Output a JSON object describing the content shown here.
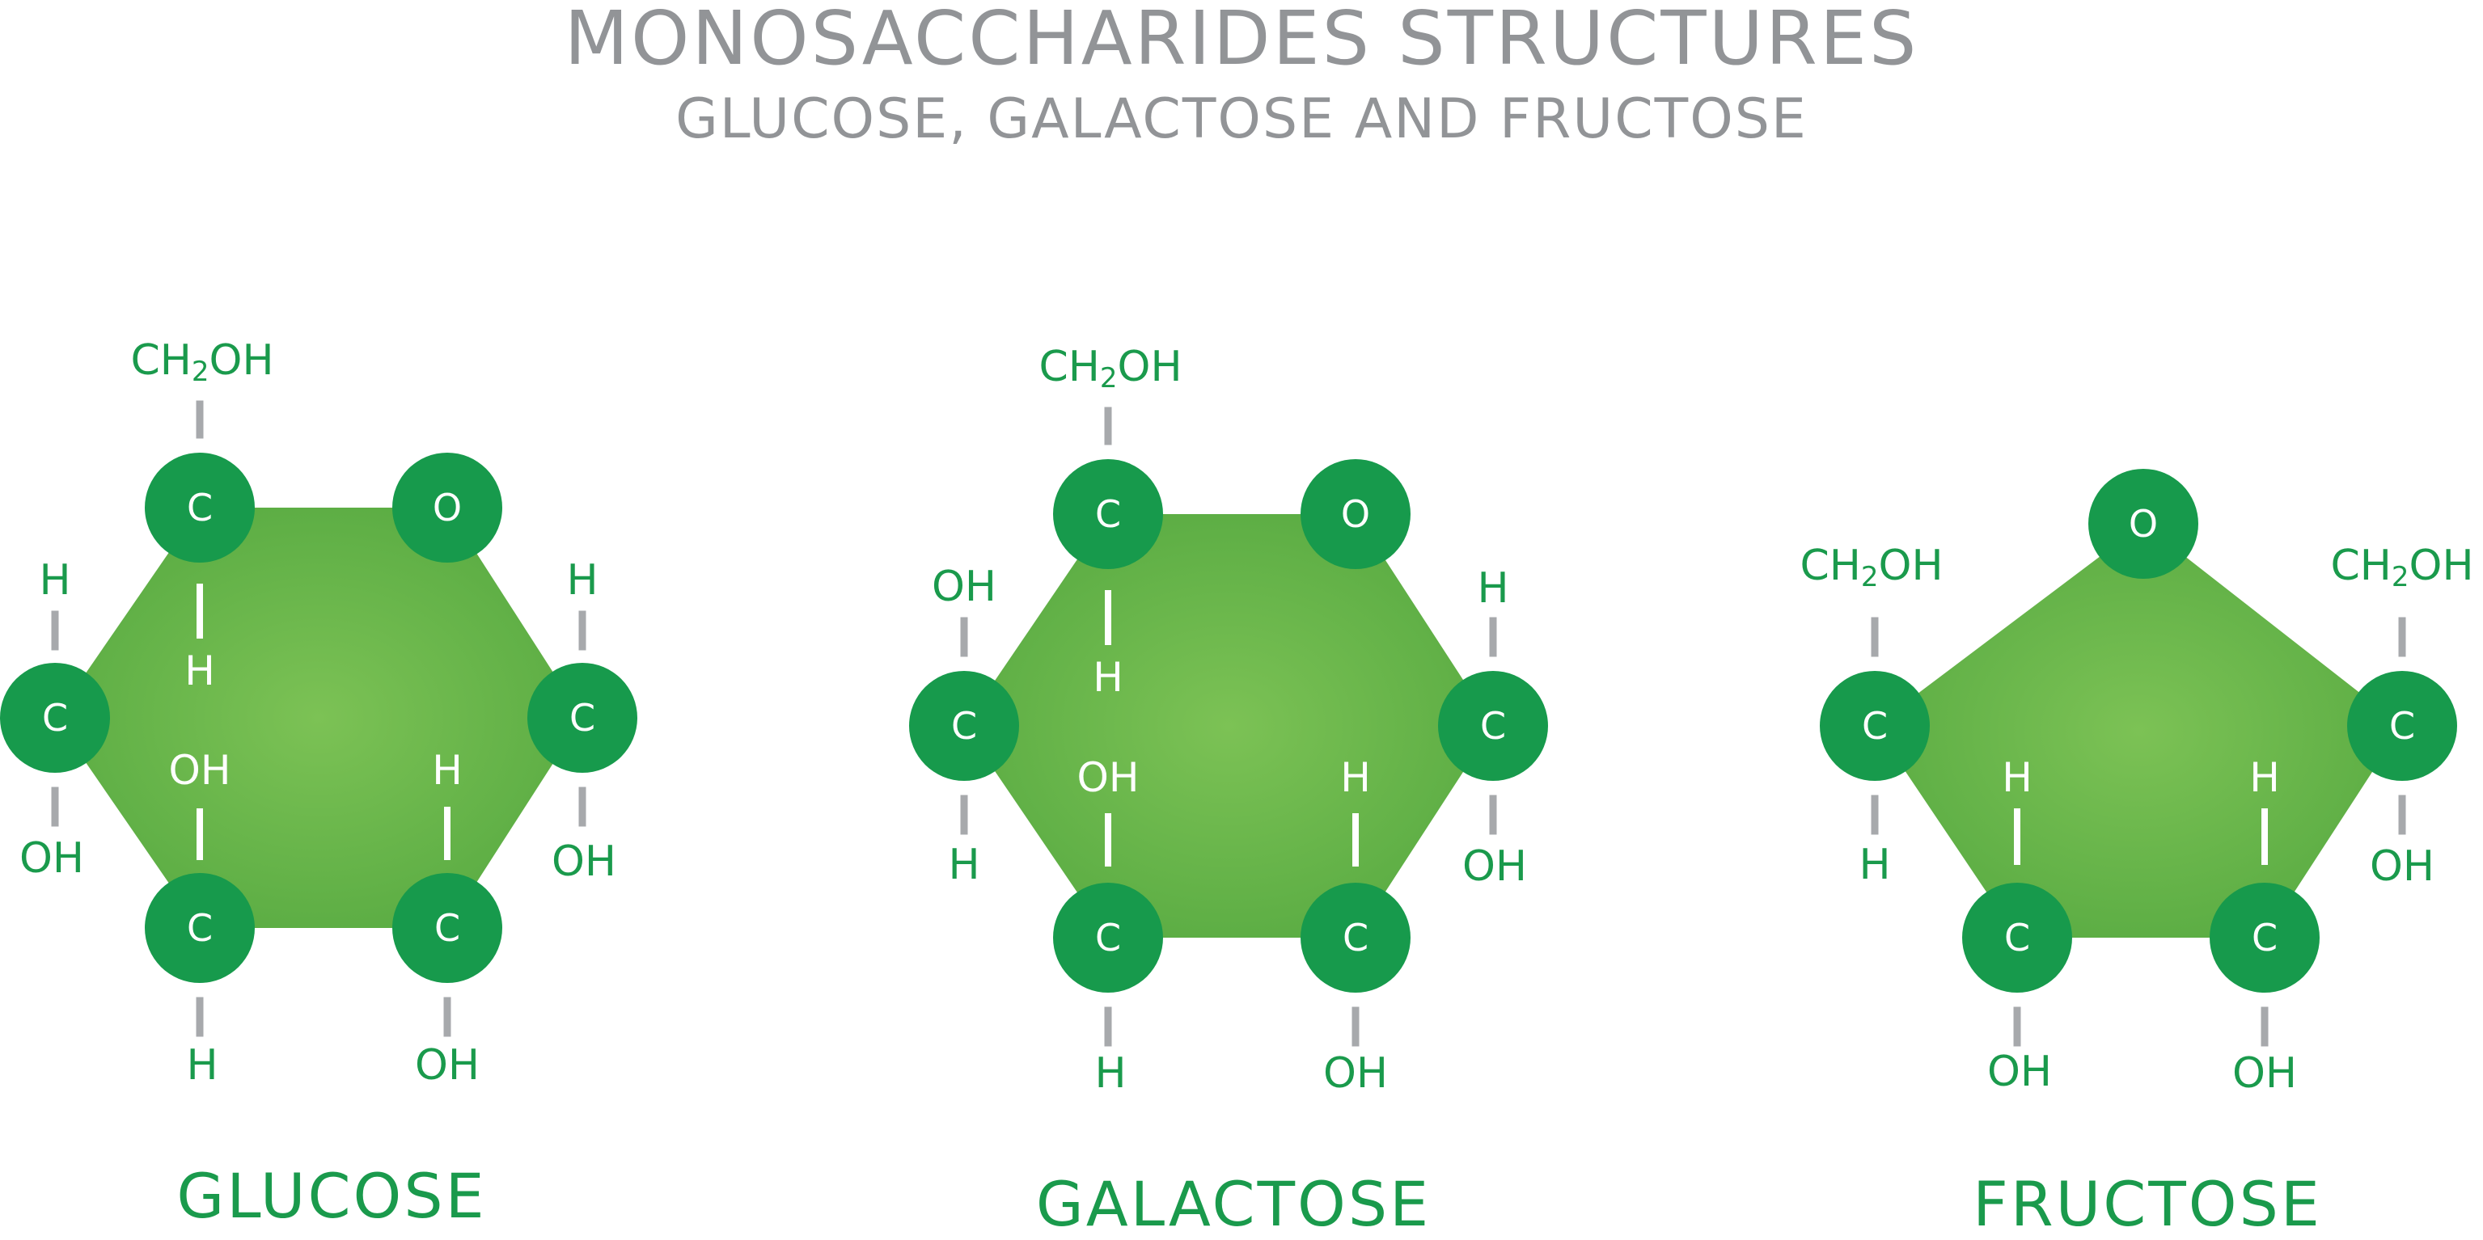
{
  "title": "MONOSACCHARIDES STRUCTURES",
  "subtitle": "GLUCOSE, GALACTOSE AND FRUCTOSE",
  "colors": {
    "title_gray": "#929497",
    "atom_green": "#179a4c",
    "ring_fill_center": "#7cc255",
    "ring_fill_edge": "#5aac43",
    "label_green": "#1a9a4c",
    "bond_gray": "#a7a9ac",
    "inner_white": "#ffffff"
  },
  "atoms": {
    "carbon": "C",
    "oxygen": "O"
  },
  "molecules": {
    "glucose": {
      "name": "GLUCOSE",
      "ch2oh": {
        "main": "CH",
        "sub": "2",
        "tail": "OH"
      },
      "left_top": "H",
      "left_bottom": "OH",
      "right_top": "H",
      "right_bottom": "OH",
      "bottom_left": "H",
      "bottom_right": "OH",
      "inner_top": "H",
      "inner_bottom_left": "OH",
      "inner_bottom_right": "H"
    },
    "galactose": {
      "name": "GALACTOSE",
      "ch2oh": {
        "main": "CH",
        "sub": "2",
        "tail": "OH"
      },
      "left_top": "OH",
      "left_bottom": "H",
      "right_top": "H",
      "right_bottom": "OH",
      "bottom_left": "H",
      "bottom_right": "OH",
      "inner_top": "H",
      "inner_bottom_left": "OH",
      "inner_bottom_right": "H"
    },
    "fructose": {
      "name": "FRUCTOSE",
      "left_ch2oh": {
        "main": "CH",
        "sub": "2",
        "tail": "OH"
      },
      "right_ch2oh": {
        "main": "CH",
        "sub": "2",
        "tail": "OH"
      },
      "left_bottom": "H",
      "right_bottom": "OH",
      "bottom_left": "OH",
      "bottom_right": "OH",
      "inner_left": "H",
      "inner_right": "H"
    }
  }
}
